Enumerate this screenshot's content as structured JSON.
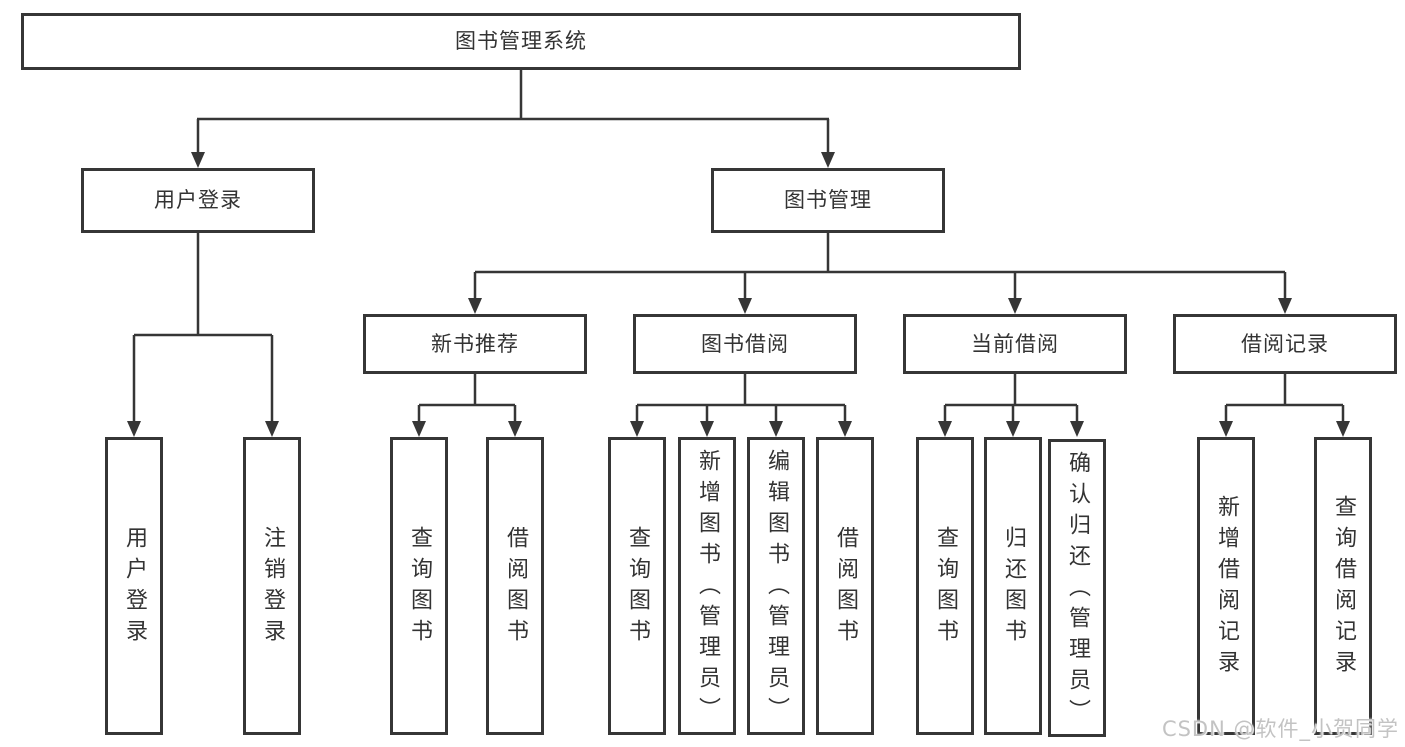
{
  "tree": {
    "root": {
      "label": "图书管理系统"
    },
    "branches": [
      {
        "label": "用户登录",
        "children": [
          {
            "label": "用户登录"
          },
          {
            "label": "注销登录"
          }
        ]
      },
      {
        "label": "图书管理",
        "children": [
          {
            "label": "新书推荐",
            "children": [
              {
                "label": "查询图书"
              },
              {
                "label": "借阅图书"
              }
            ]
          },
          {
            "label": "图书借阅",
            "children": [
              {
                "label": "查询图书"
              },
              {
                "label": "新增图书（管理员）"
              },
              {
                "label": "编辑图书（管理员）"
              },
              {
                "label": "借阅图书"
              }
            ]
          },
          {
            "label": "当前借阅",
            "children": [
              {
                "label": "查询图书"
              },
              {
                "label": "归还图书"
              },
              {
                "label": "确认归还（管理员）"
              }
            ]
          },
          {
            "label": "借阅记录",
            "children": [
              {
                "label": "新增借阅记录"
              },
              {
                "label": "查询借阅记录"
              }
            ]
          }
        ]
      }
    ]
  },
  "watermark": {
    "text": "CSDN @软件_小贺同学"
  },
  "colors": {
    "line": "#363636",
    "text": "#333333",
    "background": "#ffffff",
    "watermark": "#c3c3c3"
  }
}
